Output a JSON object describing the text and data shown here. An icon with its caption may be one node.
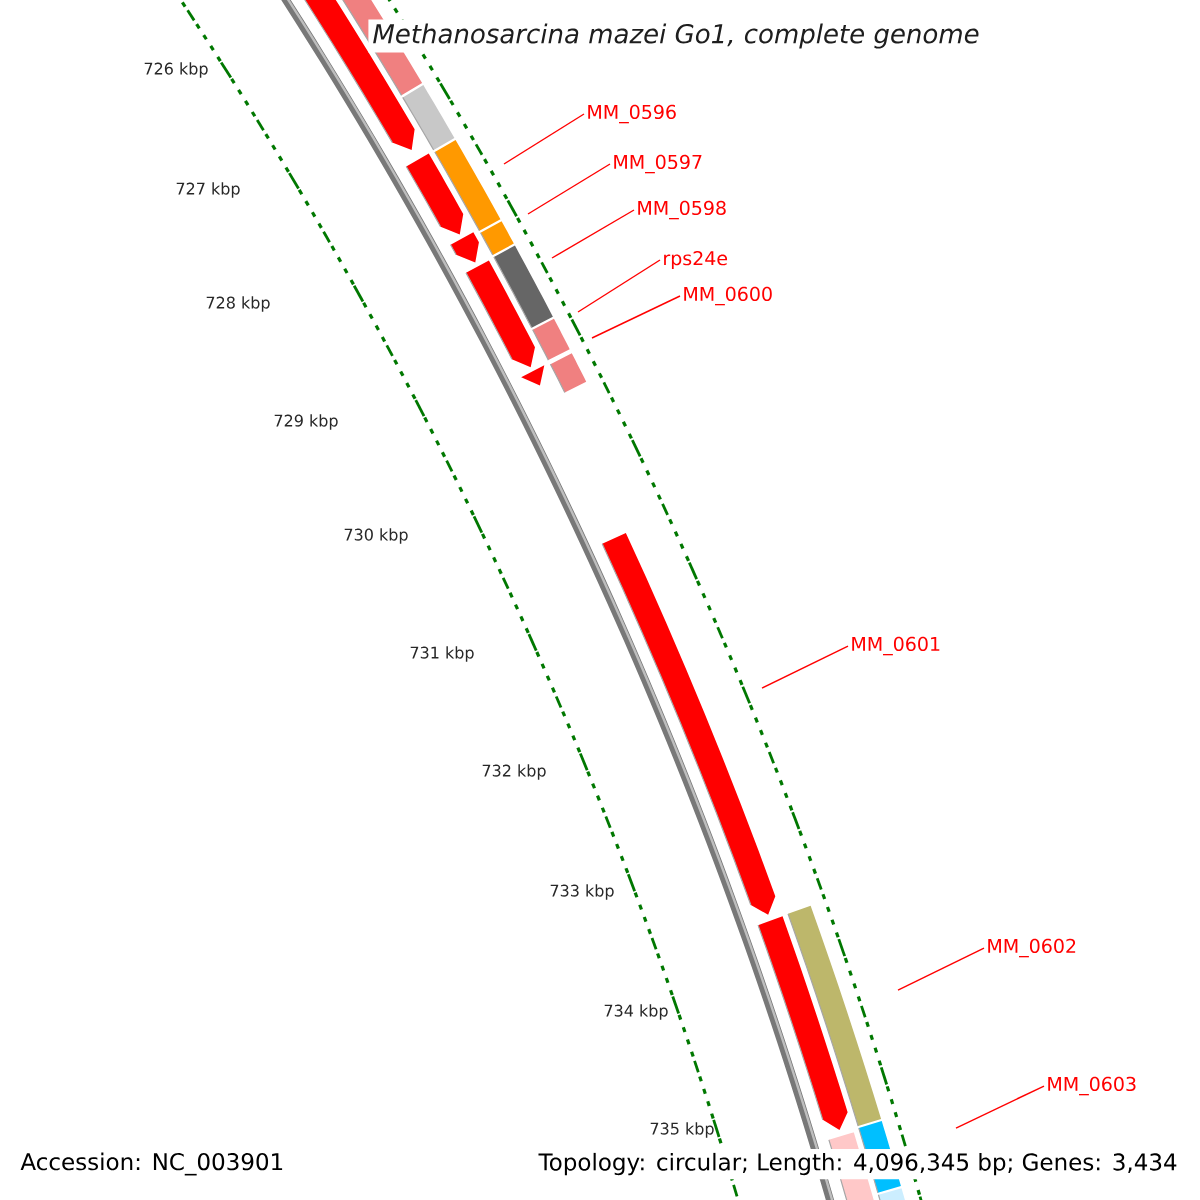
{
  "diagram": {
    "title": "Methanosarcina mazei Go1, complete genome",
    "nodes": [
      {
        "text": [
          "MM_0596"
        ]
      },
      {
        "text": [
          "MM_0597"
        ]
      },
      {
        "text": [
          "MM_0598"
        ]
      },
      {
        "text": [
          "rps24e"
        ]
      },
      {
        "text": [
          "MM_0600"
        ]
      },
      {
        "text": [
          "MM_0601"
        ]
      },
      {
        "text": [
          "MM_0602"
        ]
      },
      {
        "text": [
          "MM_0603"
        ]
      }
    ],
    "edges": [
      {
        "from": 0,
        "to": null,
        "arrow": "none"
      },
      {
        "from": 1,
        "to": null,
        "arrow": "none"
      },
      {
        "from": 2,
        "to": null,
        "arrow": "none"
      },
      {
        "from": 3,
        "to": null,
        "arrow": "none"
      },
      {
        "from": 4,
        "to": null,
        "arrow": "none"
      },
      {
        "from": 5,
        "to": null,
        "arrow": "none"
      },
      {
        "from": 6,
        "to": null,
        "arrow": "none"
      },
      {
        "from": 7,
        "to": null,
        "arrow": "none"
      }
    ],
    "labels": [
      "726 kbp",
      "727 kbp",
      "728 kbp",
      "729 kbp",
      "730 kbp",
      "731 kbp",
      "732 kbp",
      "733 kbp",
      "734 kbp",
      "735 kbp",
      "Accession: NC_003901",
      "Topology: circular; Length: 4,096,345 bp; Genes: 3,434"
    ]
  }
}
